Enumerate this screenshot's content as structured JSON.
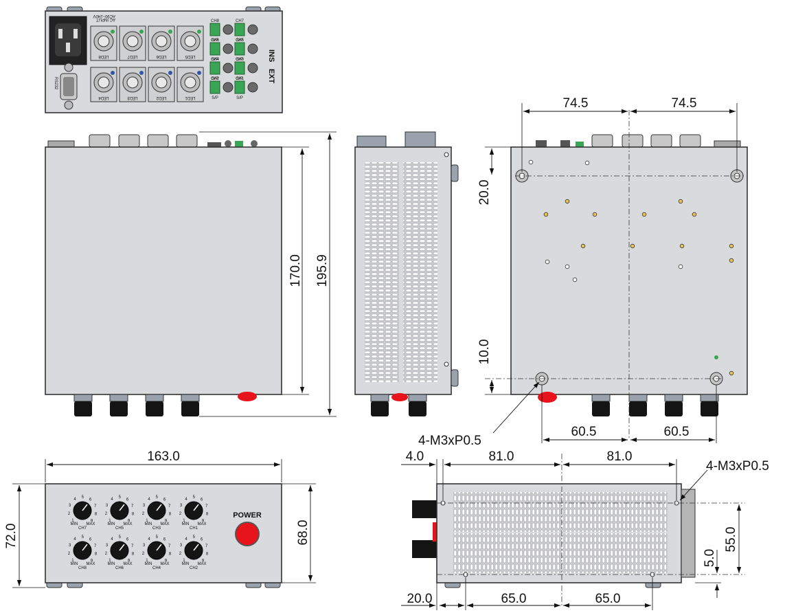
{
  "dimensions": {
    "half_width_top": "74.5",
    "inner_height": "170.0",
    "overall_height": "195.9",
    "hole_offset_top": "20.0",
    "hole_offset_bottom": "10.0",
    "hole_spacing_bottom": "60.5",
    "front_width": "163.0",
    "front_height_total": "72.0",
    "front_height_body": "68.0",
    "side_left_offset": "4.0",
    "side_half_length": "81.0",
    "side_height": "55.0",
    "side_small_offset": "5.0",
    "side_bottom_left": "20.0",
    "side_bottom_spacing": "65.0"
  },
  "callouts": {
    "screw_holes": "4-M3xP0.5"
  },
  "rear_panel": {
    "ac_input": "AC INPUT",
    "ac_spec": "AC90~240V",
    "serial_label": "RS232",
    "led_top": [
      "LED8",
      "LED7",
      "LED6",
      "LED5"
    ],
    "led_bottom": [
      "LED4",
      "LED3",
      "LED2",
      "LED1"
    ],
    "terminal_labels": [
      "CH8",
      "CH7",
      "CH6",
      "CH5",
      "CH4",
      "CH3",
      "CH2",
      "CH1"
    ],
    "terminal_sub": "S/P",
    "mode_ins": "INS",
    "mode_ext": "EXT"
  },
  "front_panel": {
    "knob_channels_top": [
      "CH7",
      "CH5",
      "CH3",
      "CH1"
    ],
    "knob_channels_bottom": [
      "CH8",
      "CH6",
      "CH4",
      "CH2"
    ],
    "knob_min": "MIN",
    "knob_max": "MAX",
    "scale_digits": [
      "1",
      "2",
      "3",
      "4",
      "5",
      "6",
      "7",
      "8",
      "9"
    ],
    "power_label": "POWER",
    "power_button_color": "#e8141c"
  },
  "colors": {
    "panel": "#d9dadd",
    "terminal_green": "#3aa655",
    "connector_black": "#141414",
    "screw_yellow": "#e6c25a"
  }
}
